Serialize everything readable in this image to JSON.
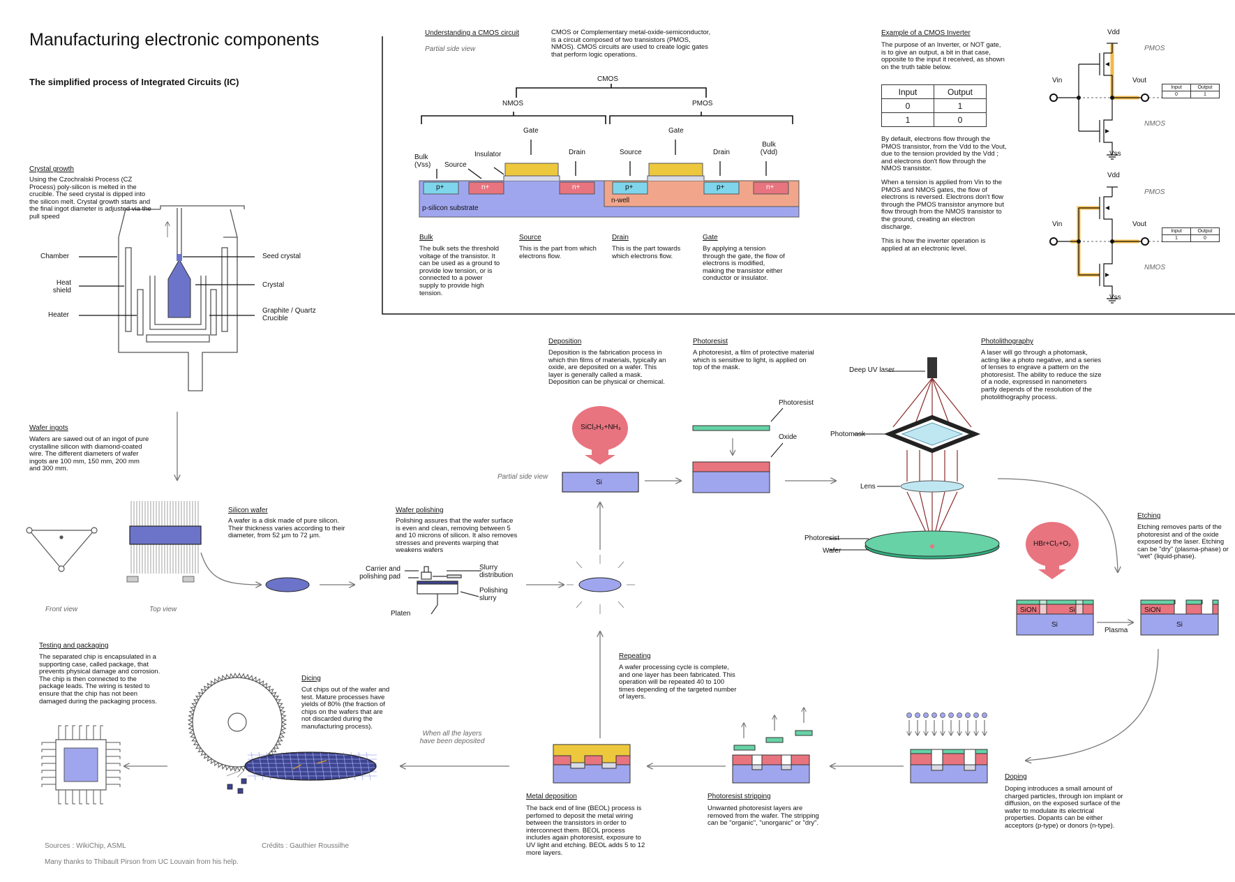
{
  "title": "Manufacturing electronic components",
  "subtitle": "The simplified process of Integrated Circuits (IC)",
  "crystal": {
    "heading": "Crystal growth",
    "text": "Using the Czochralski Process (CZ Process) poly-silicon is melted in the crucible. The seed crystal is dipped into the silicon melt. Crystal growth starts and the final ingot diameter is adjusted via the pull speed",
    "labels": {
      "chamber": "Chamber",
      "heat_shield": "Heat shield",
      "heater": "Heater",
      "seed": "Seed crystal",
      "crystal": "Crystal",
      "crucible": "Graphite / Quartz Crucible"
    }
  },
  "wafer_ingots": {
    "heading": "Wafer ingots",
    "text": "Wafers are sawed out of an ingot of pure crystalline silicon with diamond-coated wire. The different diameters of wafer ingots are 100 mm, 150 mm, 200 mm and 300 mm.",
    "front_view": "Front view",
    "top_view": "Top view"
  },
  "silicon_wafer": {
    "heading": "Silicon wafer",
    "text": "A wafer is a disk made of pure silicon. Their thickness varies according to their diameter, from 52 µm to 72 µm."
  },
  "wafer_polishing": {
    "heading": "Wafer polishing",
    "text": "Polishing assures that the wafer surface is even and clean, removing between 5 and 10 microns of silicon. It also removes stresses and prevents warping that weakens wafers",
    "labels": {
      "carrier": "Carrier and polishing pad",
      "slurry_dist": "Slurry distribution",
      "polishing_slurry": "Polishing slurry",
      "platen": "Platen"
    }
  },
  "cmos": {
    "heading": "Understanding a CMOS circuit",
    "partial": "Partial side view",
    "text": "CMOS or Complementary metal-oxide-semiconductor, is a circuit composed of two transistors (PMOS, NMOS). CMOS circuits are used to create logic gates that perform logic operations.",
    "cmos": "CMOS",
    "nmos": "NMOS",
    "pmos": "PMOS",
    "gate": "Gate",
    "bulk_vss": "Bulk (Vss)",
    "bulk_vdd": "Bulk (Vdd)",
    "source": "Source",
    "insulator": "Insulator",
    "drain": "Drain",
    "p_plus": "p+",
    "n_plus": "n+",
    "substrate": "p-silicon substrate",
    "nwell": "n-well",
    "terms": [
      {
        "name": "Bulk",
        "text": "The bulk sets the threshold voltage of the transistor. It can be used as a ground to provide low tension, or is connected to a power supply to provide high tension."
      },
      {
        "name": "Source",
        "text": "This is the part from which electrons flow."
      },
      {
        "name": "Drain",
        "text": "This is the part towards which electrons flow."
      },
      {
        "name": "Gate",
        "text": "By applying a tension through the gate, the flow of electrons is modified, making the transistor either conductor or insulator."
      }
    ]
  },
  "inverter": {
    "heading": "Example of a CMOS Inverter",
    "text1": "The purpose of an Inverter, or NOT gate, is to give an output, a bit in that case, opposite to the input it received, as shown on the truth table below.",
    "table": {
      "h_in": "Input",
      "h_out": "Output",
      "rows": [
        [
          "0",
          "1"
        ],
        [
          "1",
          "0"
        ]
      ]
    },
    "text2": "By default, electrons flow through the PMOS transistor, from the Vdd to the Vout, due to the tension provided by the Vdd ; and electrons don't flow through the NMOS transistor.",
    "text3": "When a tension is applied from Vin to the PMOS and NMOS gates, the flow of electrons is reversed. Electrons don't flow through the PMOS transistor anymore but flow through from the NMOS transistor to the ground, creating an electron discharge.",
    "text4": "This is how the inverter operation is applied at an electronic level.",
    "vdd": "Vdd",
    "vss": "Vss",
    "vin": "Vin",
    "vout": "Vout",
    "pmos": "PMOS",
    "nmos": "NMOS",
    "mini1": [
      "0",
      "1"
    ],
    "mini2": [
      "1",
      "0"
    ]
  },
  "deposition": {
    "heading": "Deposition",
    "text": "Deposition is the fabrication process in which thin films of materials, typically an oxide, are deposited on a wafer. This layer is generally called a mask. Deposition can be physical or chemical.",
    "gas": "SiCl₂H₂+NH₃",
    "si": "Si",
    "partial": "Partial side view"
  },
  "photoresist": {
    "heading": "Photoresist",
    "text": "A photoresist, a film of protective material which is sensitive to light, is applied on top of the mask.",
    "l_photoresist": "Photoresist",
    "l_oxide": "Oxide"
  },
  "photolitho": {
    "heading": "Photolithography",
    "text": "A laser will go through a photomask, acting like a photo negative, and a series of lenses to engrave a pattern on the photoresist. The ability to reduce the size of a node, expressed in nanometers partly depends of the resolution of the photolithography process.",
    "laser": "Deep UV laser",
    "photomask": "Photomask",
    "lens": "Lens",
    "photoresist": "Photoresist",
    "wafer": "Wafer"
  },
  "etching": {
    "heading": "Etching",
    "text": "Etching removes parts of the photoresist and of the oxide exposed by the laser. Etching can be \"dry\" (plasma-phase) or \"wet\" (liquid-phase).",
    "gas": "HBr+Cl₂+O₂",
    "sion": "SiON",
    "si": "Si",
    "plasma": "Plasma"
  },
  "doping": {
    "heading": "Doping",
    "text": "Doping introduces a small amount of charged particles, through ion implant or diffusion, on the exposed surface of the wafer to modulate its electrical properties. Dopants can be either acceptors (p-type) or donors (n-type)."
  },
  "stripping": {
    "heading": "Photoresist stripping",
    "text": "Unwanted photoresist layers are removed from the wafer. The stripping can be \"organic\", \"unorganic\" or \"dry\"."
  },
  "repeating": {
    "heading": "Repeating",
    "text": "A wafer processing cycle is complete, and one layer has been fabricated. This operation will be repeated 40 to 100 times depending of the targeted number of layers."
  },
  "metal": {
    "heading": "Metal deposition",
    "text": "The back end of line (BEOL) process is perfomed to deposit the metal wiring between the transistors in order to interconnect them. BEOL process includes again photoresist, exposure to UV light and etching. BEOL adds 5 to 12 more layers.",
    "when": "When all the layers have been deposited"
  },
  "dicing": {
    "heading": "Dicing",
    "text": "Cut chips out of the wafer and test. Mature processes have yields of 80% (the fraction of chips on the wafers that are not discarded during the manufacturing process)."
  },
  "testing": {
    "heading": "Testing and packaging",
    "text": "The separated chip is encapsulated in a supporting case, called package, that prevents physical damage and corrosion. The chip is then connected to the package leads. The wiring is tested to ensure that the chip has not been damaged during the packaging process."
  },
  "footer": {
    "sources": "Sources : WikiChip, ASML",
    "credits": "Crédits : Gauthier Roussilhe",
    "thanks": "Many thanks to Thibault Pirson from UC Louvain from his help."
  },
  "colors": {
    "silicon": "#a0a6ee",
    "oxide": "#e8747f",
    "resist": "#66d2a6",
    "gate": "#edc83d",
    "pplus": "#7fd6ec",
    "nwell": "#f1a68b",
    "flow": "#f2b94a"
  }
}
